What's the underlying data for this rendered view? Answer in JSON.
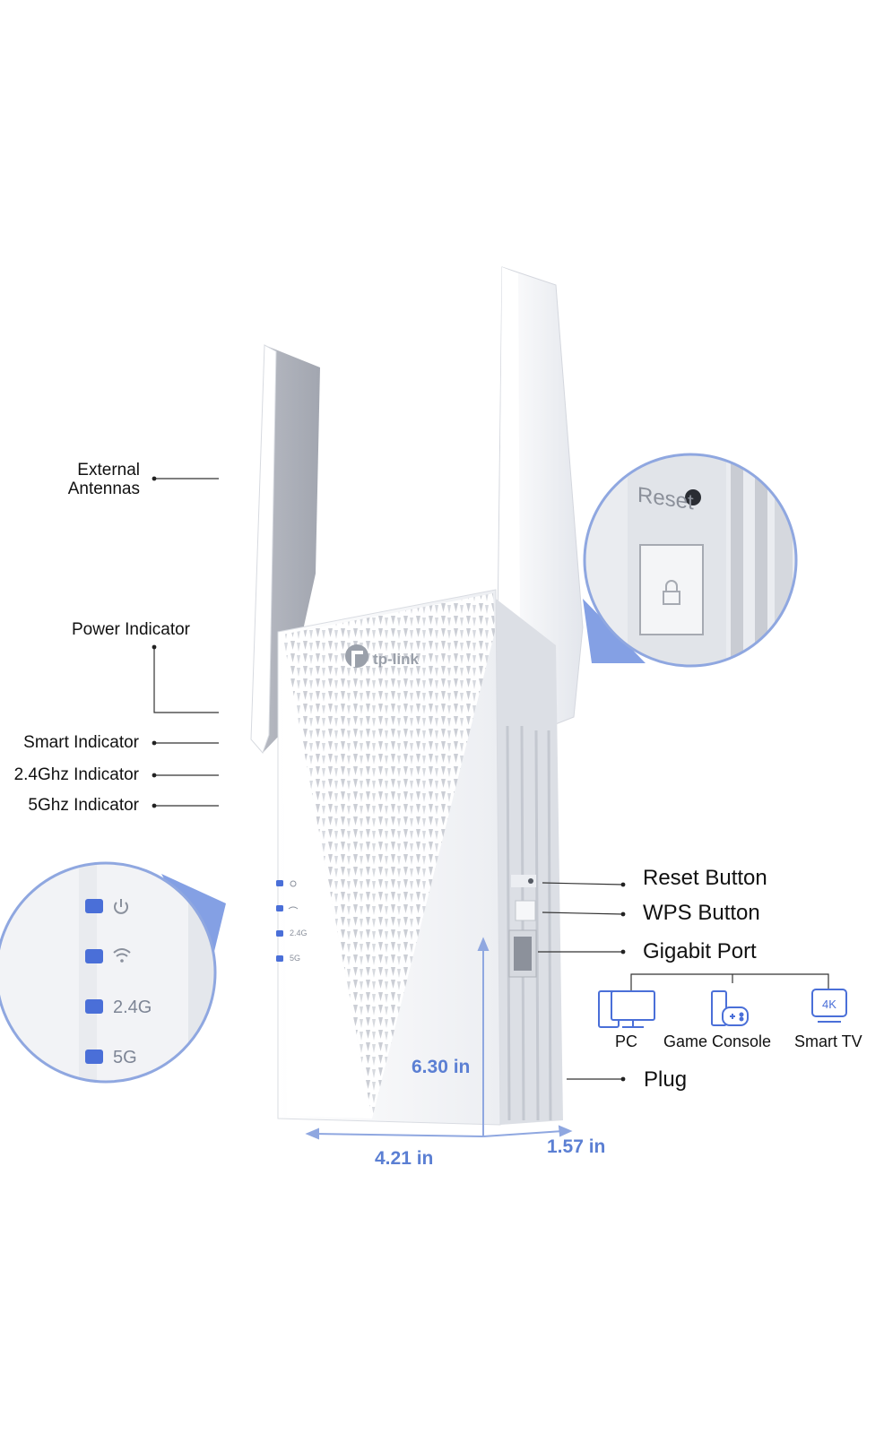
{
  "callouts": {
    "external_antennas_line1": "External",
    "external_antennas_line2": "Antennas",
    "power_indicator": "Power Indicator",
    "smart_indicator": "Smart Indicator",
    "ghz24_indicator": "2.4Ghz Indicator",
    "ghz5_indicator": "5Ghz Indicator",
    "reset_button": "Reset Button",
    "wps_button": "WPS Button",
    "gigabit_port": "Gigabit Port",
    "plug": "Plug"
  },
  "devices": [
    {
      "label": "PC",
      "icon": "pc-monitor-icon"
    },
    {
      "label": "Game Console",
      "icon": "game-console-icon"
    },
    {
      "label": "Smart TV",
      "icon": "smart-tv-4k-icon"
    }
  ],
  "tv_badge": "4K",
  "brand": "tp-link",
  "zoom_right": {
    "reset_text": "Reset"
  },
  "led_labels": {
    "l24": "2.4G",
    "l5": "5G"
  },
  "dimensions": {
    "height": "6.30 in",
    "width": "4.21 in",
    "depth": "1.57 in"
  },
  "colors": {
    "accent": "#5b7fd3",
    "led": "#4a6fd8",
    "zoom_ring": "#8fa7e0",
    "body": "#f4f5f7"
  }
}
